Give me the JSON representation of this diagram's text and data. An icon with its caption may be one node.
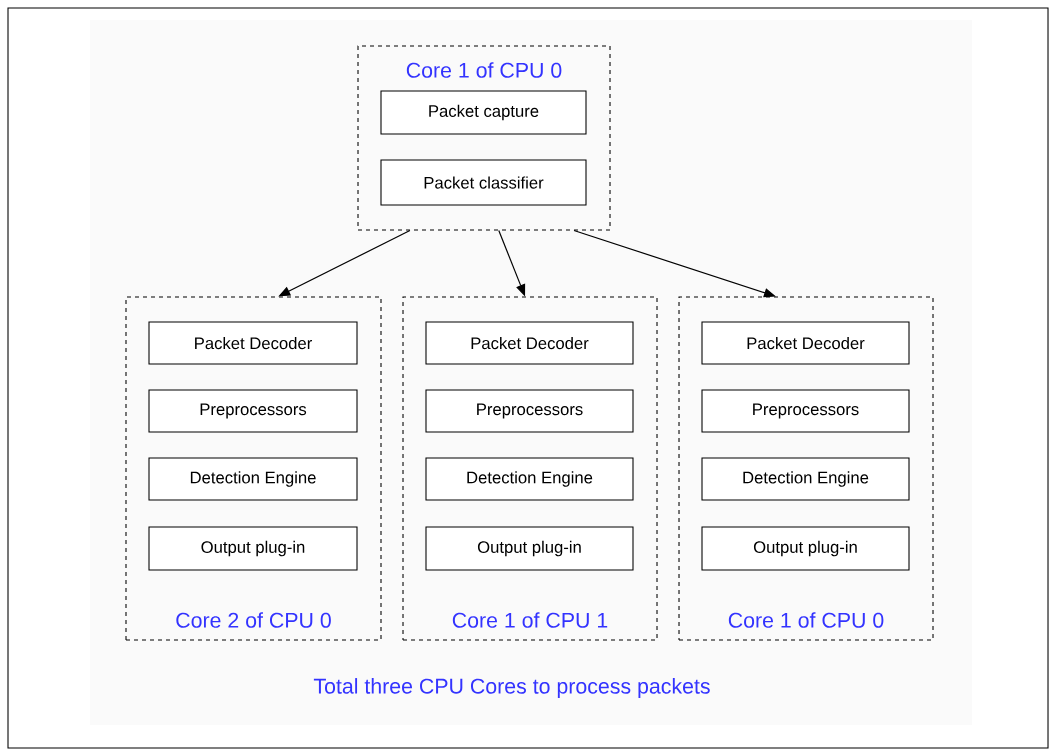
{
  "diagram": {
    "nodes": [
      {
        "text": [
          "Core 1 of CPU 0"
        ]
      },
      {
        "text": [
          "Packet capture"
        ],
        "in": 0
      },
      {
        "text": [
          "Packet classifier"
        ],
        "in": 0
      },
      {
        "text": [
          "Core 2 of CPU 0"
        ]
      },
      {
        "text": [
          "Packet Decoder"
        ],
        "in": 3
      },
      {
        "text": [
          "Preprocessors"
        ],
        "in": 3
      },
      {
        "text": [
          "Detection Engine"
        ],
        "in": 3
      },
      {
        "text": [
          "Output plug-in"
        ],
        "in": 3
      },
      {
        "text": [
          "Core 1 of CPU 1"
        ]
      },
      {
        "text": [
          "Packet Decoder"
        ],
        "in": 8
      },
      {
        "text": [
          "Preprocessors"
        ],
        "in": 8
      },
      {
        "text": [
          "Detection Engine"
        ],
        "in": 8
      },
      {
        "text": [
          "Output plug-in"
        ],
        "in": 8
      },
      {
        "text": [
          "Core 1 of CPU 0"
        ]
      },
      {
        "text": [
          "Packet Decoder"
        ],
        "in": 13
      },
      {
        "text": [
          "Preprocessors"
        ],
        "in": 13
      },
      {
        "text": [
          "Detection Engine"
        ],
        "in": 13
      },
      {
        "text": [
          "Output plug-in"
        ],
        "in": 13
      }
    ],
    "edges": [
      {
        "from": 0,
        "to": 3,
        "arrow": "to"
      },
      {
        "from": 0,
        "to": 8,
        "arrow": "to"
      },
      {
        "from": 0,
        "to": 13,
        "arrow": "to"
      }
    ],
    "caption": "Total three CPU Cores to process packets"
  }
}
